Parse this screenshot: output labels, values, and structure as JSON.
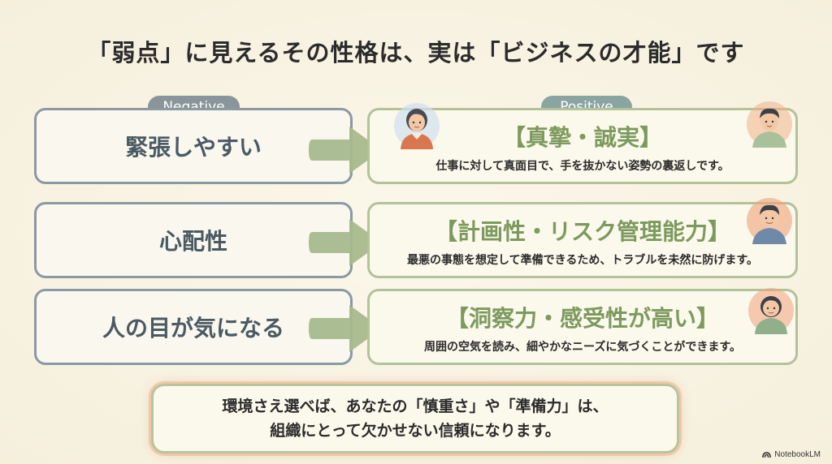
{
  "title": "「弱点」に見えるその性格は、実は「ビジネスの才能」です",
  "labels": {
    "negative": "Negative",
    "positive": "Positive"
  },
  "rows": [
    {
      "negative": "緊張しやすい",
      "positive_title": "【真摯・誠実】",
      "positive_desc": "仕事に対して真面目で、手を抜かない姿勢の裏返しです。"
    },
    {
      "negative": "心配性",
      "positive_title": "【計画性・リスク管理能力】",
      "positive_desc": "最悪の事態を想定して準備できるため、トラブルを未然に防げます。"
    },
    {
      "negative": "人の目が気になる",
      "positive_title": "【洞察力・感受性が高い】",
      "positive_desc": "周囲の空気を読み、細やかなニーズに気づくことができます。"
    }
  ],
  "banner": {
    "line1": "環境さえ選べば、あなたの「慎重さ」や「準備力」は、",
    "line2": "組織にとって欠かせない信頼になります。"
  },
  "brand": "NotebookLM",
  "colors": {
    "negative_border": "#8a9aa3",
    "positive_border": "#b3c299",
    "positive_title": "#7d9a5e",
    "arrow": "#a6b98c",
    "accent_glow": "#e8a878"
  }
}
